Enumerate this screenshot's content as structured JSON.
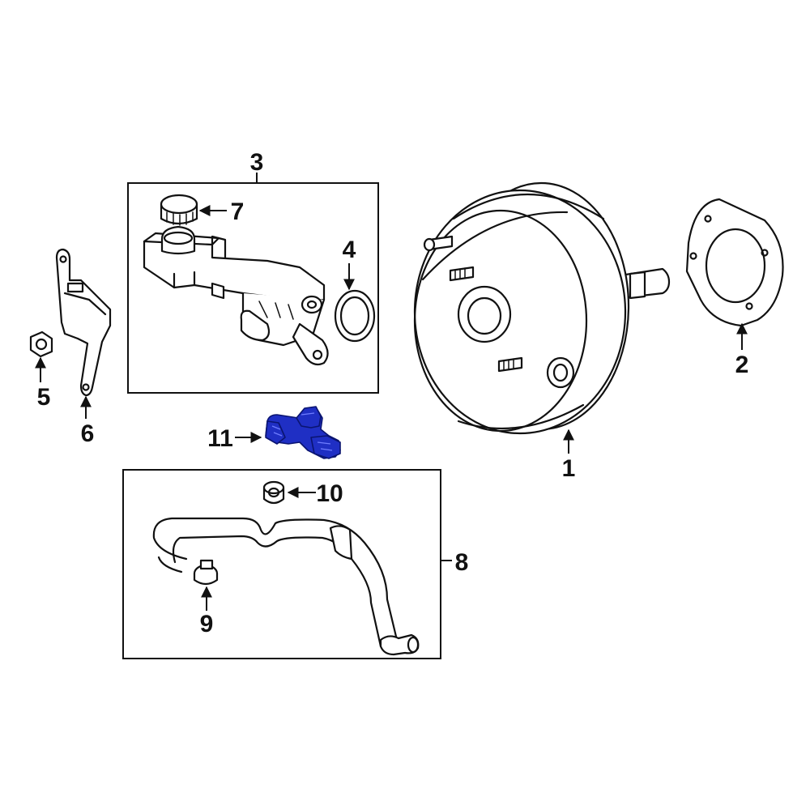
{
  "diagram": {
    "callouts": [
      {
        "id": "1",
        "label": "1"
      },
      {
        "id": "2",
        "label": "2"
      },
      {
        "id": "3",
        "label": "3"
      },
      {
        "id": "4",
        "label": "4"
      },
      {
        "id": "5",
        "label": "5"
      },
      {
        "id": "6",
        "label": "6"
      },
      {
        "id": "7",
        "label": "7"
      },
      {
        "id": "8",
        "label": "8"
      },
      {
        "id": "9",
        "label": "9"
      },
      {
        "id": "10",
        "label": "10"
      },
      {
        "id": "11",
        "label": "11"
      }
    ],
    "colors": {
      "line": "#111111",
      "highlight": "#1f2fc4",
      "background": "#ffffff"
    },
    "highlighted_part": "11"
  }
}
